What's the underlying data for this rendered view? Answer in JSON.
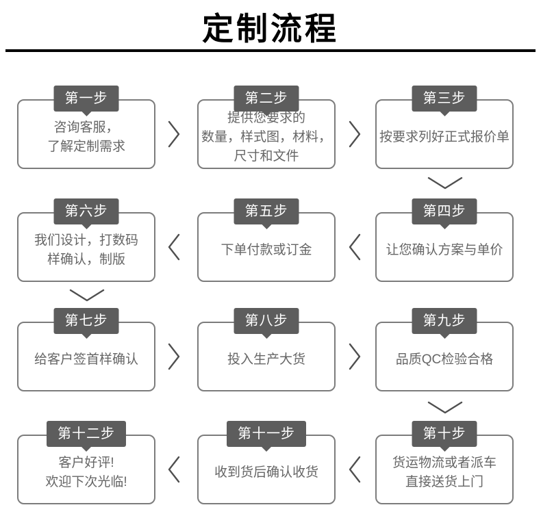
{
  "header": {
    "title": "定制流程"
  },
  "steps": [
    {
      "badge": "第一步",
      "lines": [
        "咨询客服，",
        "了解定制需求"
      ]
    },
    {
      "badge": "第二步",
      "lines": [
        "提供您要求的",
        "数量，样式图，材料，",
        "尺寸和文件"
      ]
    },
    {
      "badge": "第三步",
      "lines": [
        "按要求列好正式报价单"
      ]
    },
    {
      "badge": "第四步",
      "lines": [
        "让您确认方案与单价"
      ]
    },
    {
      "badge": "第五步",
      "lines": [
        "下单付款或订金"
      ]
    },
    {
      "badge": "第六步",
      "lines": [
        "我们设计，打数码",
        "样确认，制版"
      ]
    },
    {
      "badge": "第七步",
      "lines": [
        "给客户签首样确认"
      ]
    },
    {
      "badge": "第八步",
      "lines": [
        "投入生产大货"
      ]
    },
    {
      "badge": "第九步",
      "lines": [
        "品质QC检验合格"
      ]
    },
    {
      "badge": "第十步",
      "lines": [
        "货运物流或者派车",
        "直接送货上门"
      ]
    },
    {
      "badge": "第十一步",
      "lines": [
        "收到货后确认收货"
      ]
    },
    {
      "badge": "第十二步",
      "lines": [
        "客户好评!",
        "欢迎下次光临!"
      ]
    }
  ],
  "arrows": {
    "right_count": 4,
    "left_count": 4,
    "down_count": 3
  },
  "colors": {
    "badge_background": "#5d5d5d",
    "badge_text": "#ffffff",
    "box_border": "#7c7c7c",
    "body_text": "#666666",
    "arrow_stroke": "#4f4f4f",
    "title_text": "#000000",
    "divider": "#000000",
    "page_background": "#ffffff"
  }
}
